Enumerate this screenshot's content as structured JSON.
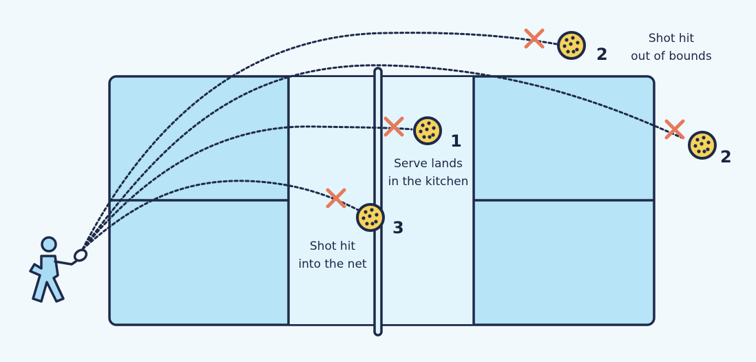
{
  "colors": {
    "background": "#f1f9fd",
    "court_outer": "#b7e4f7",
    "court_kitchen": "#e3f5fc",
    "line": "#1e2a4a",
    "miss_mark": "#e57a5a",
    "ball": "#f6d35b",
    "player": "#a8dcf4"
  },
  "icons": {
    "player": "player-with-paddle-icon",
    "ball": "pickleball-icon",
    "miss": "x-mark-icon"
  },
  "faults": [
    {
      "id": "serve-kitchen",
      "number": "1",
      "label_lines": [
        "Serve lands",
        "in the kitchen"
      ]
    },
    {
      "id": "out-of-bounds",
      "number": "2",
      "label_lines": [
        "Shot hit",
        "out of bounds"
      ]
    },
    {
      "id": "out-of-bounds-baseline",
      "number": "2",
      "label_lines": []
    },
    {
      "id": "into-net",
      "number": "3",
      "label_lines": [
        "Shot hit",
        "into the net"
      ]
    }
  ]
}
